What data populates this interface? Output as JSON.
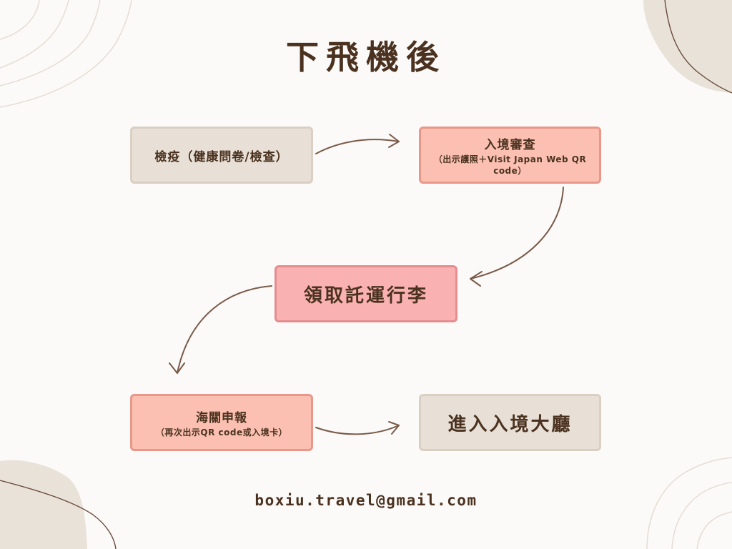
{
  "title": "下飛機後",
  "steps": {
    "quarantine": {
      "label": "檢疫（健康問卷/檢查）"
    },
    "immigration": {
      "label": "入境審查",
      "note": "（出示護照＋Visit Japan Web QR code）"
    },
    "baggage": {
      "label": "領取託運行李"
    },
    "customs": {
      "label": "海關申報",
      "note": "（再次出示QR code或入境卡）"
    },
    "arrival": {
      "label": "進入入境大廳"
    }
  },
  "footer": {
    "email": "boxiu.travel@gmail.com"
  },
  "colors": {
    "text": "#4b3220",
    "beige_box": "#e8e0d6",
    "salmon_box": "#fbc0b1",
    "pink_box": "#f9b1b1",
    "arrow": "#7a5a48",
    "corner_blob": "#e9e2d8"
  }
}
